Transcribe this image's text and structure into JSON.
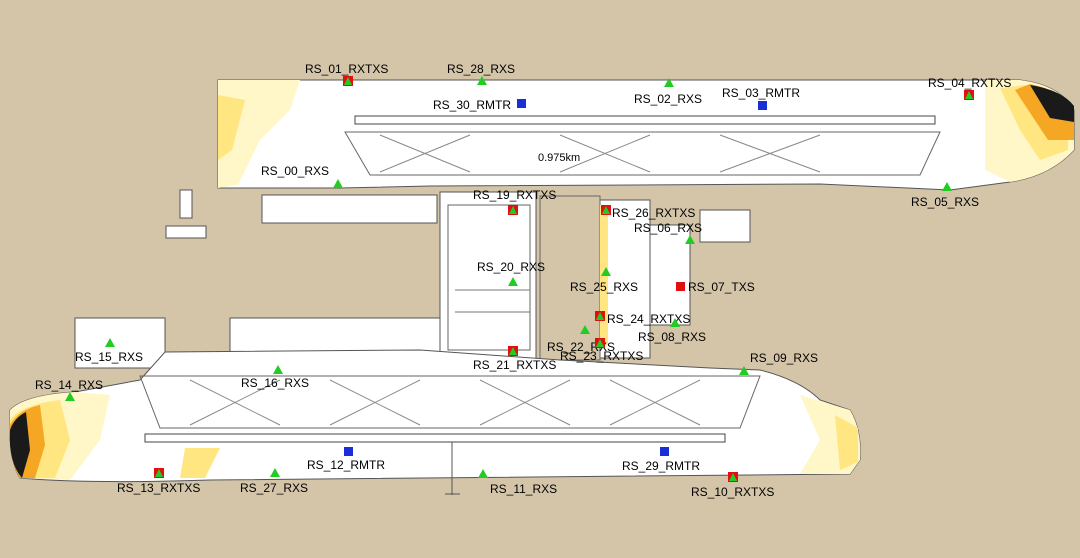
{
  "map": {
    "scale_label": "0.975km",
    "colors": {
      "background": "#d4c5a9",
      "coverage_white": "#ffffff",
      "coverage_light": "#fff7c8",
      "coverage_yellow": "#ffe680",
      "coverage_orange": "#f5a623",
      "coverage_dark_orange": "#e07b00",
      "coverage_black": "#1a1a1a",
      "rxs_marker": "#22cc22",
      "rmtr_marker": "#1a2ed8",
      "txs_marker": "#e01010"
    },
    "sites": [
      {
        "id": "RS_01_RXTXS",
        "label": "RS_01_RXTXS",
        "type": "rxtxs"
      },
      {
        "id": "RS_28_RXS",
        "label": "RS_28_RXS",
        "type": "rxs"
      },
      {
        "id": "RS_30_RMTR",
        "label": "RS_30_RMTR",
        "type": "rmtr"
      },
      {
        "id": "RS_02_RXS",
        "label": "RS_02_RXS",
        "type": "rxs"
      },
      {
        "id": "RS_03_RMTR",
        "label": "RS_03_RMTR",
        "type": "rmtr"
      },
      {
        "id": "RS_04_RXTXS",
        "label": "RS_04_RXTXS",
        "type": "rxtxs"
      },
      {
        "id": "RS_00_RXS",
        "label": "RS_00_RXS",
        "type": "rxs"
      },
      {
        "id": "RS_05_RXS",
        "label": "RS_05_RXS",
        "type": "rxs"
      },
      {
        "id": "RS_19_RXTXS",
        "label": "RS_19_RXTXS",
        "type": "rxtxs"
      },
      {
        "id": "RS_26_RXTXS",
        "label": "RS_26_RXTXS",
        "type": "rxtxs"
      },
      {
        "id": "RS_06_RXS",
        "label": "RS_06_RXS",
        "type": "rxs"
      },
      {
        "id": "RS_20_RXS",
        "label": "RS_20_RXS",
        "type": "rxs"
      },
      {
        "id": "RS_25_RXS",
        "label": "RS_25_RXS",
        "type": "rxs"
      },
      {
        "id": "RS_07_TXS",
        "label": "RS_07_TXS",
        "type": "txs"
      },
      {
        "id": "RS_24_RXTXS",
        "label": "RS_24_RXTXS",
        "type": "rxtxs"
      },
      {
        "id": "RS_08_RXS",
        "label": "RS_08_RXS",
        "type": "rxs"
      },
      {
        "id": "RS_22_RXS",
        "label": "RS_22_RXS",
        "type": "rxs"
      },
      {
        "id": "RS_23_RXTXS",
        "label": "RS_23_RXTXS",
        "type": "rxtxs"
      },
      {
        "id": "RS_21_RXTXS",
        "label": "RS_21_RXTXS",
        "type": "rxtxs"
      },
      {
        "id": "RS_09_RXS",
        "label": "RS_09_RXS",
        "type": "rxs"
      },
      {
        "id": "RS_15_RXS",
        "label": "RS_15_RXS",
        "type": "rxs"
      },
      {
        "id": "RS_14_RXS",
        "label": "RS_14_RXS",
        "type": "rxs"
      },
      {
        "id": "RS_16_RXS",
        "label": "RS_16_RXS",
        "type": "rxs"
      },
      {
        "id": "RS_12_RMTR",
        "label": "RS_12_RMTR",
        "type": "rmtr"
      },
      {
        "id": "RS_29_RMTR",
        "label": "RS_29_RMTR",
        "type": "rmtr"
      },
      {
        "id": "RS_13_RXTXS",
        "label": "RS_13_RXTXS",
        "type": "rxtxs"
      },
      {
        "id": "RS_27_RXS",
        "label": "RS_27_RXS",
        "type": "rxs"
      },
      {
        "id": "RS_11_RXS",
        "label": "RS_11_RXS",
        "type": "rxs"
      },
      {
        "id": "RS_10_RXTXS",
        "label": "RS_10_RXTXS",
        "type": "rxtxs"
      }
    ]
  }
}
